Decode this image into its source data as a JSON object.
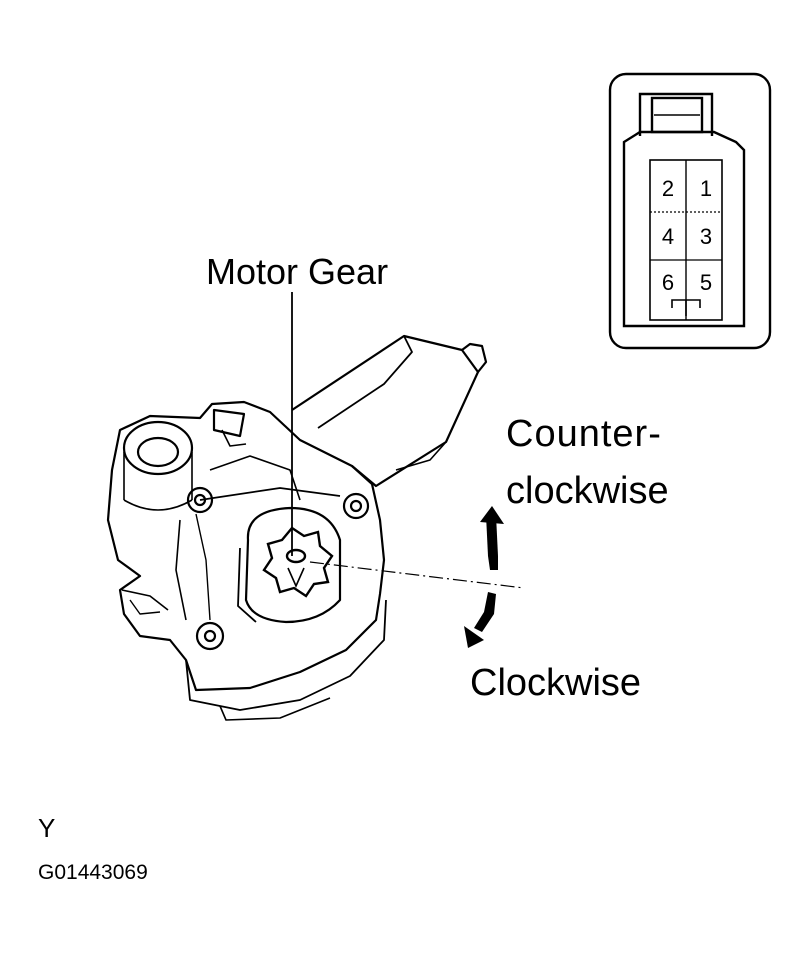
{
  "labels": {
    "motor_gear": "Motor Gear",
    "counter_clockwise_line1": "Counter-",
    "counter_clockwise_line2": "clockwise",
    "clockwise": "Clockwise",
    "view_letter": "Y",
    "figure_code": "G01443069"
  },
  "connector": {
    "pins": [
      "2",
      "1",
      "4",
      "3",
      "6",
      "5"
    ]
  },
  "colors": {
    "ink": "#000000",
    "paper": "#ffffff"
  }
}
